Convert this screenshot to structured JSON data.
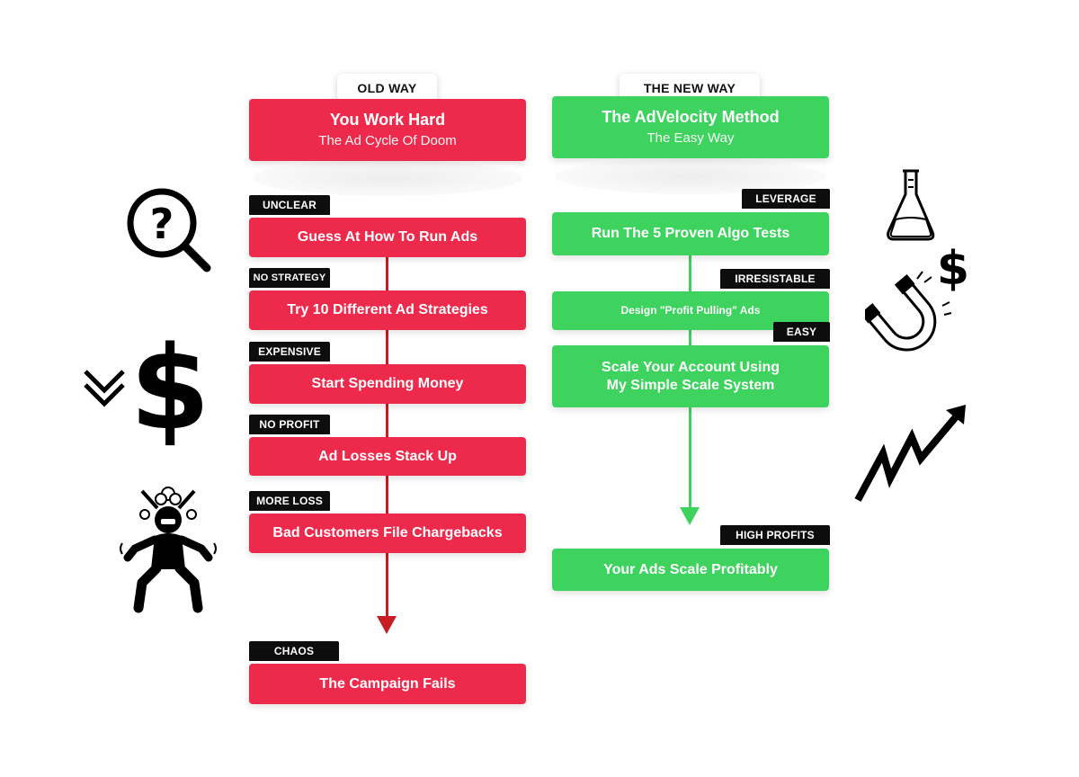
{
  "old_way": {
    "label": "OLD WAY",
    "header_title": "You Work Hard",
    "header_subtitle": "The Ad Cycle Of Doom",
    "steps": [
      {
        "tag": "UNCLEAR",
        "text": "Guess At How To Run Ads"
      },
      {
        "tag": "NO STRATEGY",
        "text": "Try 10 Different Ad Strategies"
      },
      {
        "tag": "EXPENSIVE",
        "text": "Start Spending Money"
      },
      {
        "tag": "NO PROFIT",
        "text": "Ad Losses Stack Up"
      },
      {
        "tag": "MORE LOSS",
        "text": "Bad Customers File Chargebacks"
      },
      {
        "tag": "CHAOS",
        "text": "The Campaign Fails"
      }
    ]
  },
  "new_way": {
    "label": "THE NEW WAY",
    "header_title": "The AdVelocity Method",
    "header_subtitle": "The Easy Way",
    "steps": [
      {
        "tag": "LEVERAGE",
        "text": "Run The 5 Proven Algo Tests"
      },
      {
        "tag": "IRRESISTABLE",
        "text": "Design \"Profit Pulling\" Ads"
      },
      {
        "tag": "EASY",
        "line1": "Scale Your Account Using",
        "line2": "My Simple Scale System"
      },
      {
        "tag": "HIGH PROFITS",
        "text": "Your Ads Scale Profitably"
      }
    ]
  },
  "icons": {
    "question_symbol": "?",
    "dollar_symbol": "$"
  },
  "colors": {
    "old_way_red": "#ee2a4c",
    "new_way_green": "#3ed35e",
    "old_arrow": "#c91b22",
    "tag_black": "#0d0d0d"
  }
}
